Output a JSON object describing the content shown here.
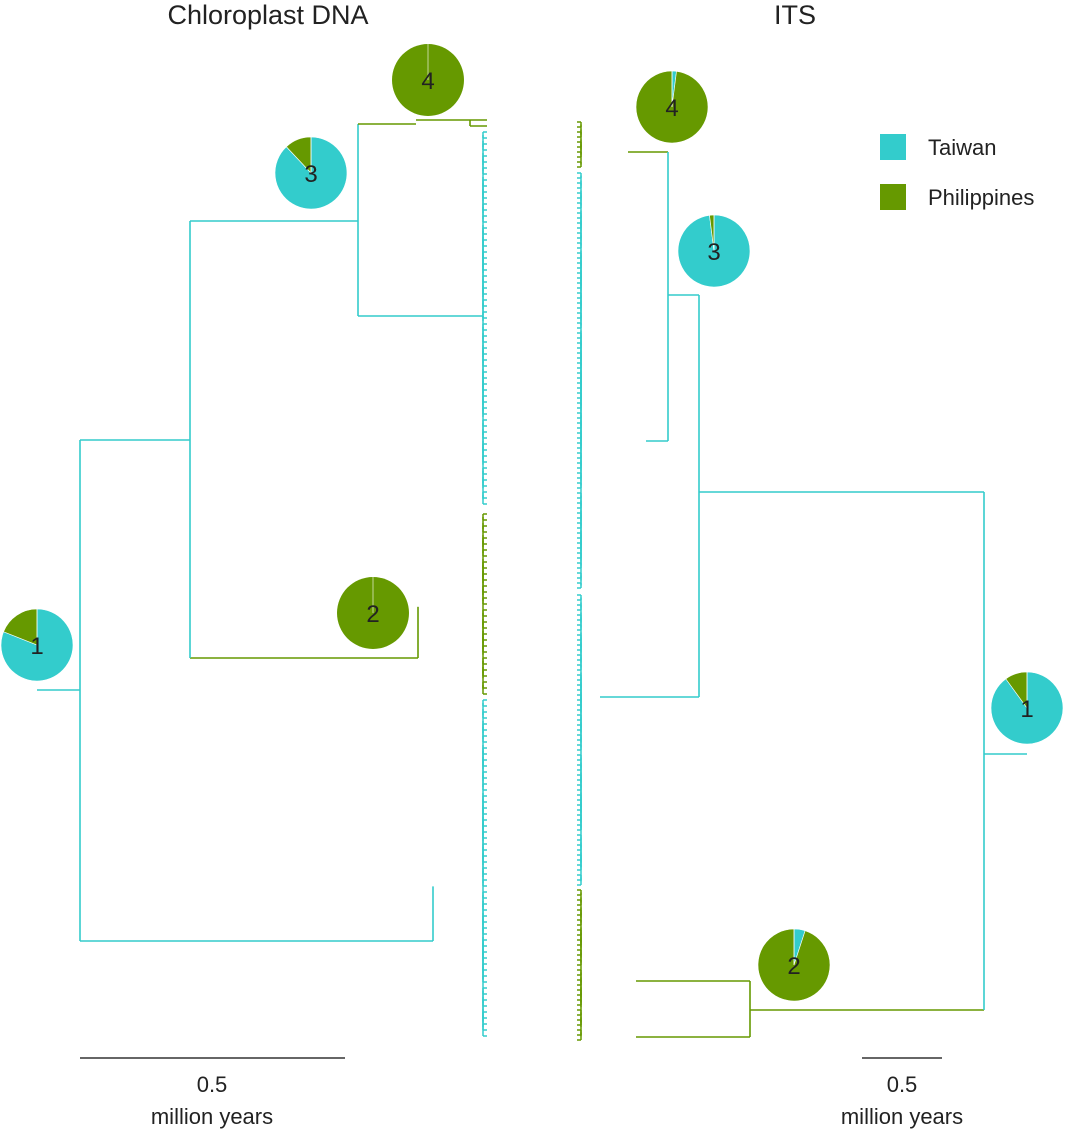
{
  "colors": {
    "taiwan": "#33cccc",
    "philippines": "#669900",
    "scale": "#333333"
  },
  "legend": [
    {
      "label": "Taiwan",
      "color_key": "taiwan"
    },
    {
      "label": "Philippines",
      "color_key": "philippines"
    }
  ],
  "panels": [
    {
      "id": "cpdna",
      "title": "Chloroplast DNA",
      "scale": {
        "value": "0.5",
        "unit": "million years"
      },
      "clades": [
        {
          "label": "1",
          "taiwan_fraction": 0.81
        },
        {
          "label": "2",
          "taiwan_fraction": 0.0
        },
        {
          "label": "3",
          "taiwan_fraction": 0.88
        },
        {
          "label": "4",
          "taiwan_fraction": 0.0
        }
      ]
    },
    {
      "id": "its",
      "title": "ITS",
      "scale": {
        "value": "0.5",
        "unit": "million years"
      },
      "clades": [
        {
          "label": "1",
          "taiwan_fraction": 0.9
        },
        {
          "label": "2",
          "taiwan_fraction": 0.05
        },
        {
          "label": "3",
          "taiwan_fraction": 0.98
        },
        {
          "label": "4",
          "taiwan_fraction": 0.02
        }
      ]
    }
  ]
}
